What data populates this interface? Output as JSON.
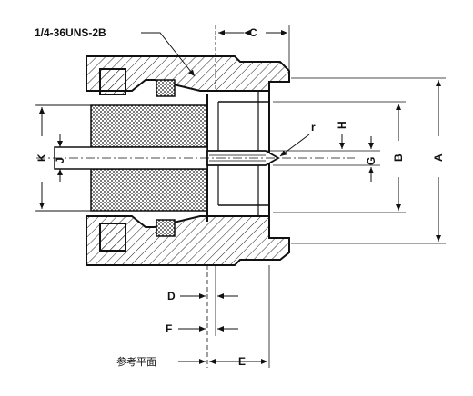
{
  "thread_spec": "1/4-36UNS-2B",
  "reference_plane": "参考平面",
  "dims": {
    "A": "A",
    "B": "B",
    "C": "C",
    "D": "D",
    "E": "E",
    "F": "F",
    "G": "G",
    "H": "H",
    "J": "J",
    "K": "K",
    "r": "r"
  }
}
